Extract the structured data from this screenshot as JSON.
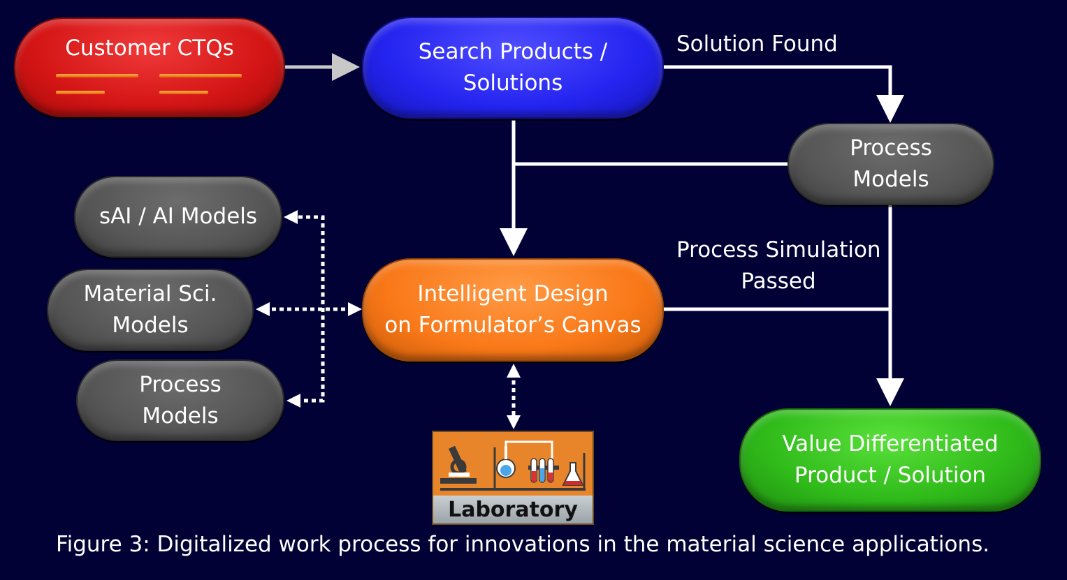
{
  "nodes": {
    "customer_ctqs": "Customer CTQs",
    "search_products": [
      "Search Products /",
      "Solutions"
    ],
    "process_models_top": [
      "Process",
      "Models"
    ],
    "sai_models": "sAI / AI Models",
    "material_models": [
      "Material Sci.",
      "Models"
    ],
    "process_models_left": [
      "Process",
      "Models"
    ],
    "intelligent_design": [
      "Intelligent Design",
      "on Formulator’s Canvas"
    ],
    "value_product": [
      "Value Differentiated",
      "Product / Solution"
    ],
    "laboratory": "Laboratory"
  },
  "edge_labels": {
    "solution_found": "Solution Found",
    "process_simulation": [
      "Process Simulation",
      "Passed"
    ]
  },
  "caption": "Figure 3: Digitalized work process for innovations in the material science applications.",
  "colors": {
    "background": "#020135",
    "customer_ctqs": "#d41515",
    "search_products": "#2424f0",
    "intelligent_design": "#f97818",
    "value_product": "#2fba1a",
    "models": "#565656",
    "laboratory": "#e8852a"
  },
  "icons": {
    "laboratory": "lab-equipment-icon"
  }
}
